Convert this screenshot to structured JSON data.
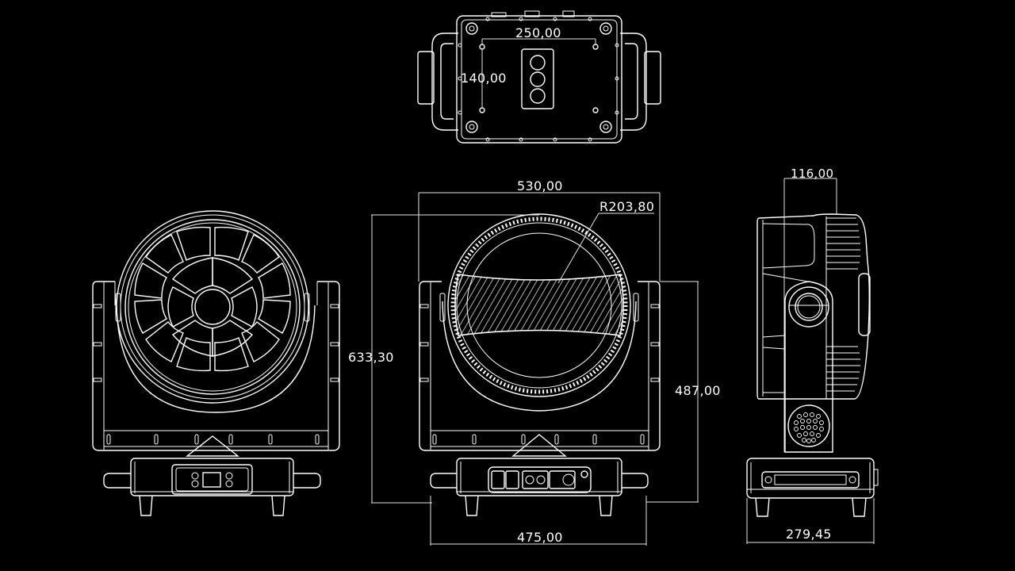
{
  "drawing": {
    "type": "technical-dimension-drawing",
    "subject": "moving head wash light fixture",
    "background_color": "#000000",
    "line_color": "#ffffff",
    "views": [
      {
        "id": "top-view",
        "name": "Top view (bottom plate)"
      },
      {
        "id": "front-view",
        "name": "Front view (lens side)"
      },
      {
        "id": "rear-view",
        "name": "Rear view (display / connector side)"
      },
      {
        "id": "side-view",
        "name": "Side view"
      }
    ]
  },
  "dimensions": {
    "top_width": "250,00",
    "top_height": "140,00",
    "overall_width": "530,00",
    "head_radius": "R203,80",
    "overall_height": "633,30",
    "yoke_height": "487,00",
    "base_width": "475,00",
    "side_head_depth": "116,00",
    "side_base_depth": "279,45"
  }
}
